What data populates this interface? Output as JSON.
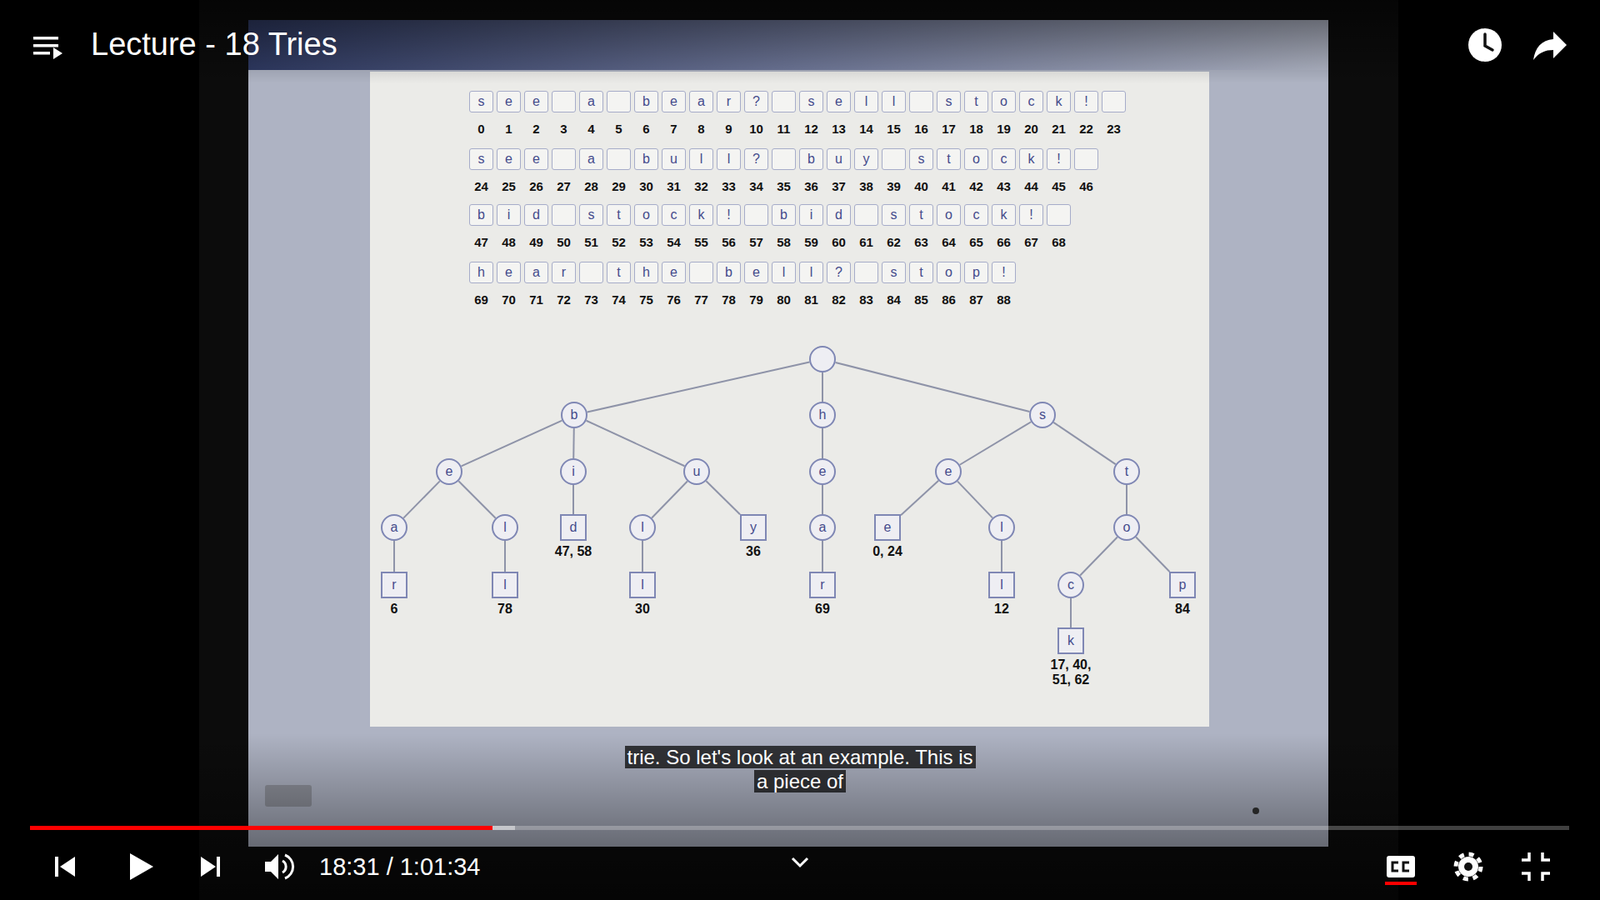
{
  "diagram": {
    "title": "Lecture - 18 Tries",
    "caption": "trie. So let's look at an example. This is a piece of",
    "nodes": [
      {
        "text": []
      },
      {
        "text": [
          "b"
        ]
      },
      {
        "text": [
          "h"
        ]
      },
      {
        "text": [
          "s"
        ]
      },
      {
        "text": [
          "e"
        ]
      },
      {
        "text": [
          "i"
        ]
      },
      {
        "text": [
          "u"
        ]
      },
      {
        "text": [
          "e"
        ]
      },
      {
        "text": [
          "e"
        ]
      },
      {
        "text": [
          "t"
        ]
      },
      {
        "text": [
          "a"
        ]
      },
      {
        "text": [
          "l"
        ]
      },
      {
        "text": [
          "d",
          "47, 58"
        ]
      },
      {
        "text": [
          "l"
        ]
      },
      {
        "text": [
          "y",
          "36"
        ]
      },
      {
        "text": [
          "a"
        ]
      },
      {
        "text": [
          "e",
          "0, 24"
        ]
      },
      {
        "text": [
          "l"
        ]
      },
      {
        "text": [
          "o"
        ]
      },
      {
        "text": [
          "r",
          "6"
        ]
      },
      {
        "text": [
          "l",
          "78"
        ]
      },
      {
        "text": [
          "l",
          "30"
        ]
      },
      {
        "text": [
          "r",
          "69"
        ]
      },
      {
        "text": [
          "l",
          "12"
        ]
      },
      {
        "text": [
          "c"
        ]
      },
      {
        "text": [
          "p",
          "84"
        ]
      },
      {
        "text": [
          "k",
          "17, 40, 51, 62"
        ]
      }
    ],
    "edges": [
      {
        "from": 0,
        "to": 1,
        "arrow": "none"
      },
      {
        "from": 0,
        "to": 2,
        "arrow": "none"
      },
      {
        "from": 0,
        "to": 3,
        "arrow": "none"
      },
      {
        "from": 1,
        "to": 4,
        "arrow": "none"
      },
      {
        "from": 1,
        "to": 5,
        "arrow": "none"
      },
      {
        "from": 1,
        "to": 6,
        "arrow": "none"
      },
      {
        "from": 2,
        "to": 7,
        "arrow": "none"
      },
      {
        "from": 3,
        "to": 8,
        "arrow": "none"
      },
      {
        "from": 3,
        "to": 9,
        "arrow": "none"
      },
      {
        "from": 4,
        "to": 10,
        "arrow": "none"
      },
      {
        "from": 4,
        "to": 11,
        "arrow": "none"
      },
      {
        "from": 5,
        "to": 12,
        "arrow": "none"
      },
      {
        "from": 6,
        "to": 13,
        "arrow": "none"
      },
      {
        "from": 6,
        "to": 14,
        "arrow": "none"
      },
      {
        "from": 7,
        "to": 15,
        "arrow": "none"
      },
      {
        "from": 8,
        "to": 16,
        "arrow": "none"
      },
      {
        "from": 8,
        "to": 17,
        "arrow": "none"
      },
      {
        "from": 9,
        "to": 18,
        "arrow": "none"
      },
      {
        "from": 10,
        "to": 19,
        "arrow": "none"
      },
      {
        "from": 11,
        "to": 20,
        "arrow": "none"
      },
      {
        "from": 13,
        "to": 21,
        "arrow": "none"
      },
      {
        "from": 15,
        "to": 22,
        "arrow": "none"
      },
      {
        "from": 17,
        "to": 23,
        "arrow": "none"
      },
      {
        "from": 18,
        "to": 24,
        "arrow": "none"
      },
      {
        "from": 18,
        "to": 25,
        "arrow": "none"
      },
      {
        "from": 24,
        "to": 26,
        "arrow": "none"
      }
    ],
    "labels": [
      "s",
      "e",
      "e",
      "a",
      "b",
      "e",
      "a",
      "r",
      "?",
      "s",
      "e",
      "l",
      "l",
      "s",
      "t",
      "o",
      "c",
      "k",
      "!",
      "0",
      "1",
      "2",
      "3",
      "4",
      "5",
      "6",
      "7",
      "8",
      "9",
      "10",
      "11",
      "12",
      "13",
      "14",
      "15",
      "16",
      "17",
      "18",
      "19",
      "20",
      "21",
      "22",
      "23",
      "s",
      "e",
      "e",
      "a",
      "b",
      "u",
      "l",
      "l",
      "?",
      "b",
      "u",
      "y",
      "s",
      "t",
      "o",
      "c",
      "k",
      "!",
      "24",
      "25",
      "26",
      "27",
      "28",
      "29",
      "30",
      "31",
      "32",
      "33",
      "34",
      "35",
      "36",
      "37",
      "38",
      "39",
      "40",
      "41",
      "42",
      "43",
      "44",
      "45",
      "46",
      "b",
      "i",
      "d",
      "s",
      "t",
      "o",
      "c",
      "k",
      "!",
      "b",
      "i",
      "d",
      "s",
      "t",
      "o",
      "c",
      "k",
      "!",
      "47",
      "48",
      "49",
      "50",
      "51",
      "52",
      "53",
      "54",
      "55",
      "56",
      "57",
      "58",
      "59",
      "60",
      "61",
      "62",
      "63",
      "64",
      "65",
      "66",
      "67",
      "68",
      "h",
      "e",
      "a",
      "r",
      "t",
      "h",
      "e",
      "b",
      "e",
      "l",
      "l",
      "?",
      "s",
      "t",
      "o",
      "p",
      "!",
      "69",
      "70",
      "71",
      "72",
      "73",
      "74",
      "75",
      "76",
      "77",
      "78",
      "79",
      "80",
      "81",
      "82",
      "83",
      "84",
      "85",
      "86",
      "87",
      "88",
      "18:31 / 1:01:34"
    ]
  }
}
